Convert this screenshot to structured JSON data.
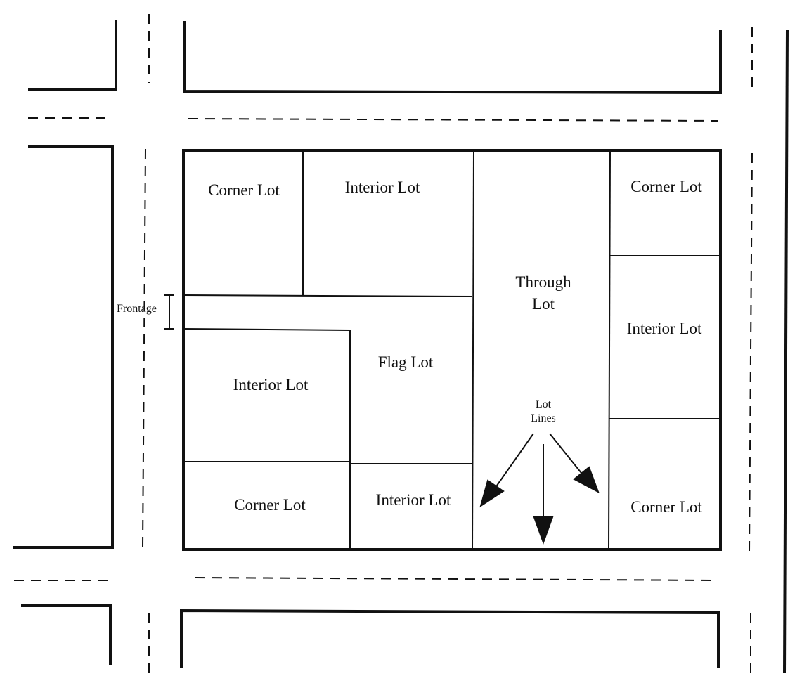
{
  "lots": [
    {
      "id": "corner-lot-top-left",
      "label": "Corner Lot"
    },
    {
      "id": "interior-lot-top",
      "label": "Interior Lot"
    },
    {
      "id": "interior-lot-mid-left",
      "label": "Interior Lot"
    },
    {
      "id": "flag-lot",
      "label": "Flag Lot"
    },
    {
      "id": "corner-lot-bottom-left",
      "label": "Corner Lot"
    },
    {
      "id": "interior-lot-bottom",
      "label": "Interior Lot"
    },
    {
      "id": "through-lot",
      "label_line1": "Through",
      "label_line2": "Lot"
    },
    {
      "id": "corner-lot-top-right",
      "label": "Corner Lot"
    },
    {
      "id": "interior-lot-right",
      "label": "Interior Lot"
    },
    {
      "id": "corner-lot-bottom-right",
      "label": "Corner Lot"
    }
  ],
  "annotations": {
    "frontage": "Frontage",
    "lot_lines_line1": "Lot",
    "lot_lines_line2": "Lines"
  }
}
